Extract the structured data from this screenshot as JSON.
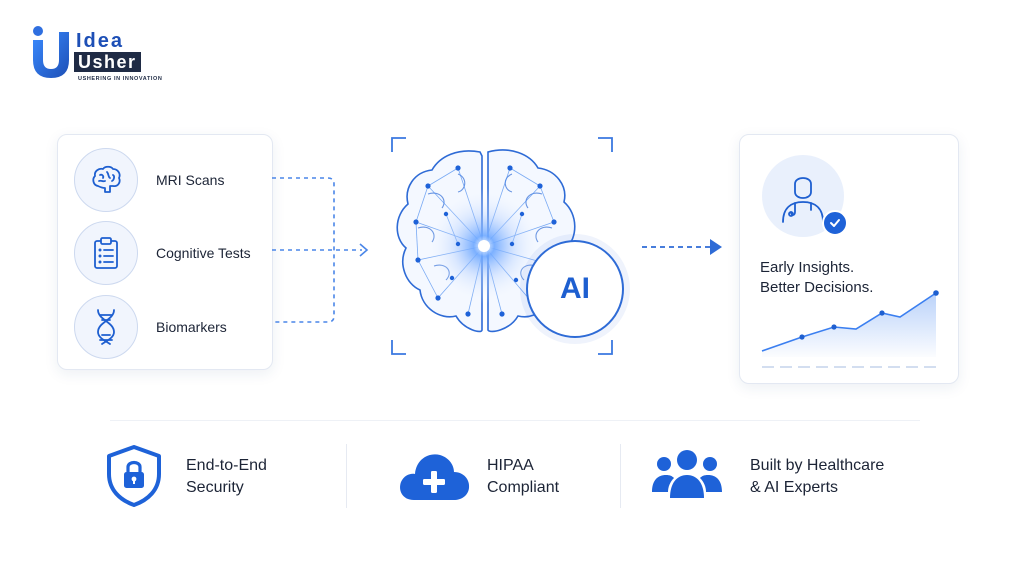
{
  "brand": {
    "logo_top": "Idea",
    "logo_bottom": "Usher",
    "tagline": "USHERING IN INNOVATION",
    "primary_color": "#1e6ee8",
    "dark_color": "#1f2b45"
  },
  "inputs": [
    {
      "label": "MRI Scans",
      "icon": "brain-icon"
    },
    {
      "label": "Cognitive Tests",
      "icon": "clipboard-icon"
    },
    {
      "label": "Biomarkers",
      "icon": "dna-icon"
    }
  ],
  "center": {
    "ai_label": "AI"
  },
  "output": {
    "line1": "Early Insights.",
    "line2": "Better Decisions.",
    "icon": "doctor-icon",
    "badge_icon": "check-icon"
  },
  "features": [
    {
      "line1": "End-to-End",
      "line2": "Security",
      "icon": "shield-lock-icon"
    },
    {
      "line1": "HIPAA",
      "line2": "Compliant",
      "icon": "cloud-plus-icon"
    },
    {
      "line1": "Built by Healthcare",
      "line2": "& AI Experts",
      "icon": "team-icon"
    }
  ]
}
